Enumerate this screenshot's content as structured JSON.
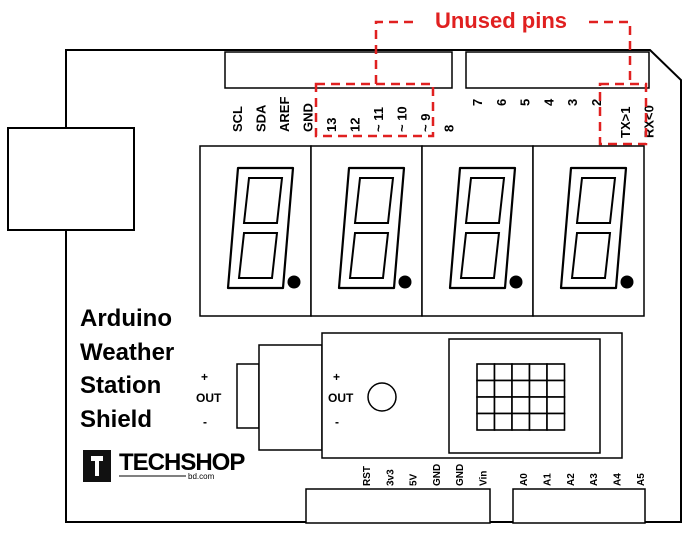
{
  "callout": {
    "label": "Unused pins",
    "color": "#e02020"
  },
  "top_header_left": {
    "pins": [
      "SCL",
      "SDA",
      "AREF",
      "GND",
      "13",
      "12",
      "~ 11",
      "~ 10",
      "~ 9",
      "8"
    ]
  },
  "top_header_right": {
    "pins": [
      "7",
      "6",
      "5",
      "4",
      "3",
      "2",
      "TX>1",
      "RX<0"
    ]
  },
  "display": {
    "digits": [
      "8.",
      "8.",
      "8.",
      "8."
    ],
    "digit_count": 4
  },
  "title": {
    "lines": [
      "Arduino",
      "Weather",
      "Station",
      "Shield"
    ]
  },
  "sensor_left": {
    "plus": "+",
    "out": "OUT",
    "minus": "-"
  },
  "sensor_right": {
    "plus": "+",
    "out": "OUT",
    "minus": "-"
  },
  "logo": {
    "name": "TECHSHOP",
    "domain": "bd.com"
  },
  "power_header": {
    "pins": [
      "RST",
      "3v3",
      "5V",
      "GND",
      "GND",
      "Vin"
    ]
  },
  "analog_header": {
    "pins": [
      "A0",
      "A1",
      "A2",
      "A3",
      "A4",
      "A5"
    ]
  }
}
